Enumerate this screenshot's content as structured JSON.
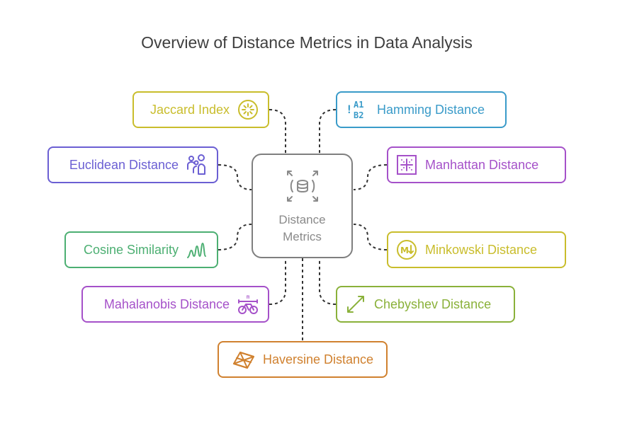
{
  "title": "Overview of Distance Metrics in Data Analysis",
  "center": {
    "label_line1": "Distance",
    "label_line2": "Metrics",
    "icon": "database-expand-icon",
    "color": "#8a8a8a"
  },
  "nodes": [
    {
      "id": "jaccard",
      "label": "Jaccard Index",
      "icon": "sun-dial-icon",
      "color": "#c9bd2c"
    },
    {
      "id": "euclidean",
      "label": "Euclidean Distance",
      "icon": "people-icon",
      "color": "#6b5fd3"
    },
    {
      "id": "cosine",
      "label": "Cosine Similarity",
      "icon": "wave-icon",
      "color": "#4caf72"
    },
    {
      "id": "mahalanobis",
      "label": "Mahalanobis Distance",
      "icon": "bike-measure-icon",
      "color": "#a551c9"
    },
    {
      "id": "hamming",
      "label": "Hamming Distance",
      "icon": "alphanumeric-grid-icon",
      "color": "#3a9bc9",
      "icon_text_top": "A1",
      "icon_text_bottom": "B2"
    },
    {
      "id": "manhattan",
      "label": "Manhattan Distance",
      "icon": "grid-move-icon",
      "color": "#a551c9"
    },
    {
      "id": "minkowski",
      "label": "Minkowski Distance",
      "icon": "m-arrow-circle-icon",
      "color": "#c9bd2c",
      "icon_text": "M"
    },
    {
      "id": "chebyshev",
      "label": "Chebyshev Distance",
      "icon": "diagonal-arrow-icon",
      "color": "#8ab13a"
    },
    {
      "id": "haversine",
      "label": "Haversine Distance",
      "icon": "globe-network-icon",
      "color": "#d0812f"
    }
  ]
}
